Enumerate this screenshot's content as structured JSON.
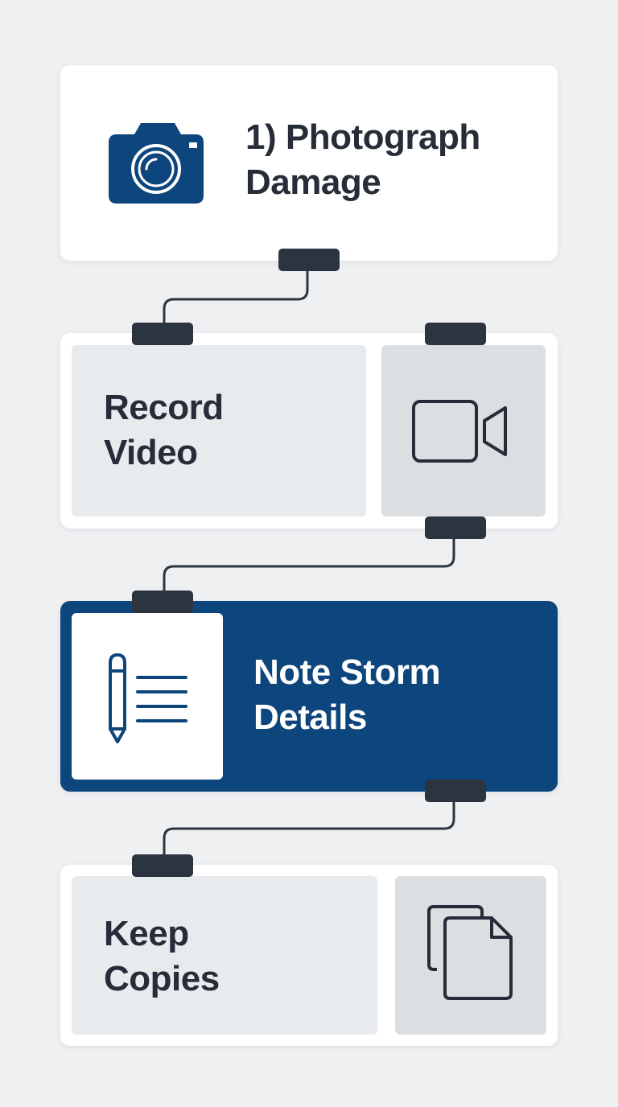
{
  "colors": {
    "background": "#eef0f2",
    "card": "#ffffff",
    "panel_light": "#e8ebee",
    "panel_mid": "#dcdfe2",
    "accent": "#0d457d",
    "text_dark": "#262d38",
    "connector": "#2c3440"
  },
  "steps": [
    {
      "label": "1) Photograph\nDamage",
      "icon": "camera-icon"
    },
    {
      "label": "Record\nVideo",
      "icon": "video-camera-icon"
    },
    {
      "label": "Note Storm\nDetails",
      "icon": "notes-pencil-icon"
    },
    {
      "label": "Keep\nCopies",
      "icon": "copy-documents-icon"
    }
  ]
}
